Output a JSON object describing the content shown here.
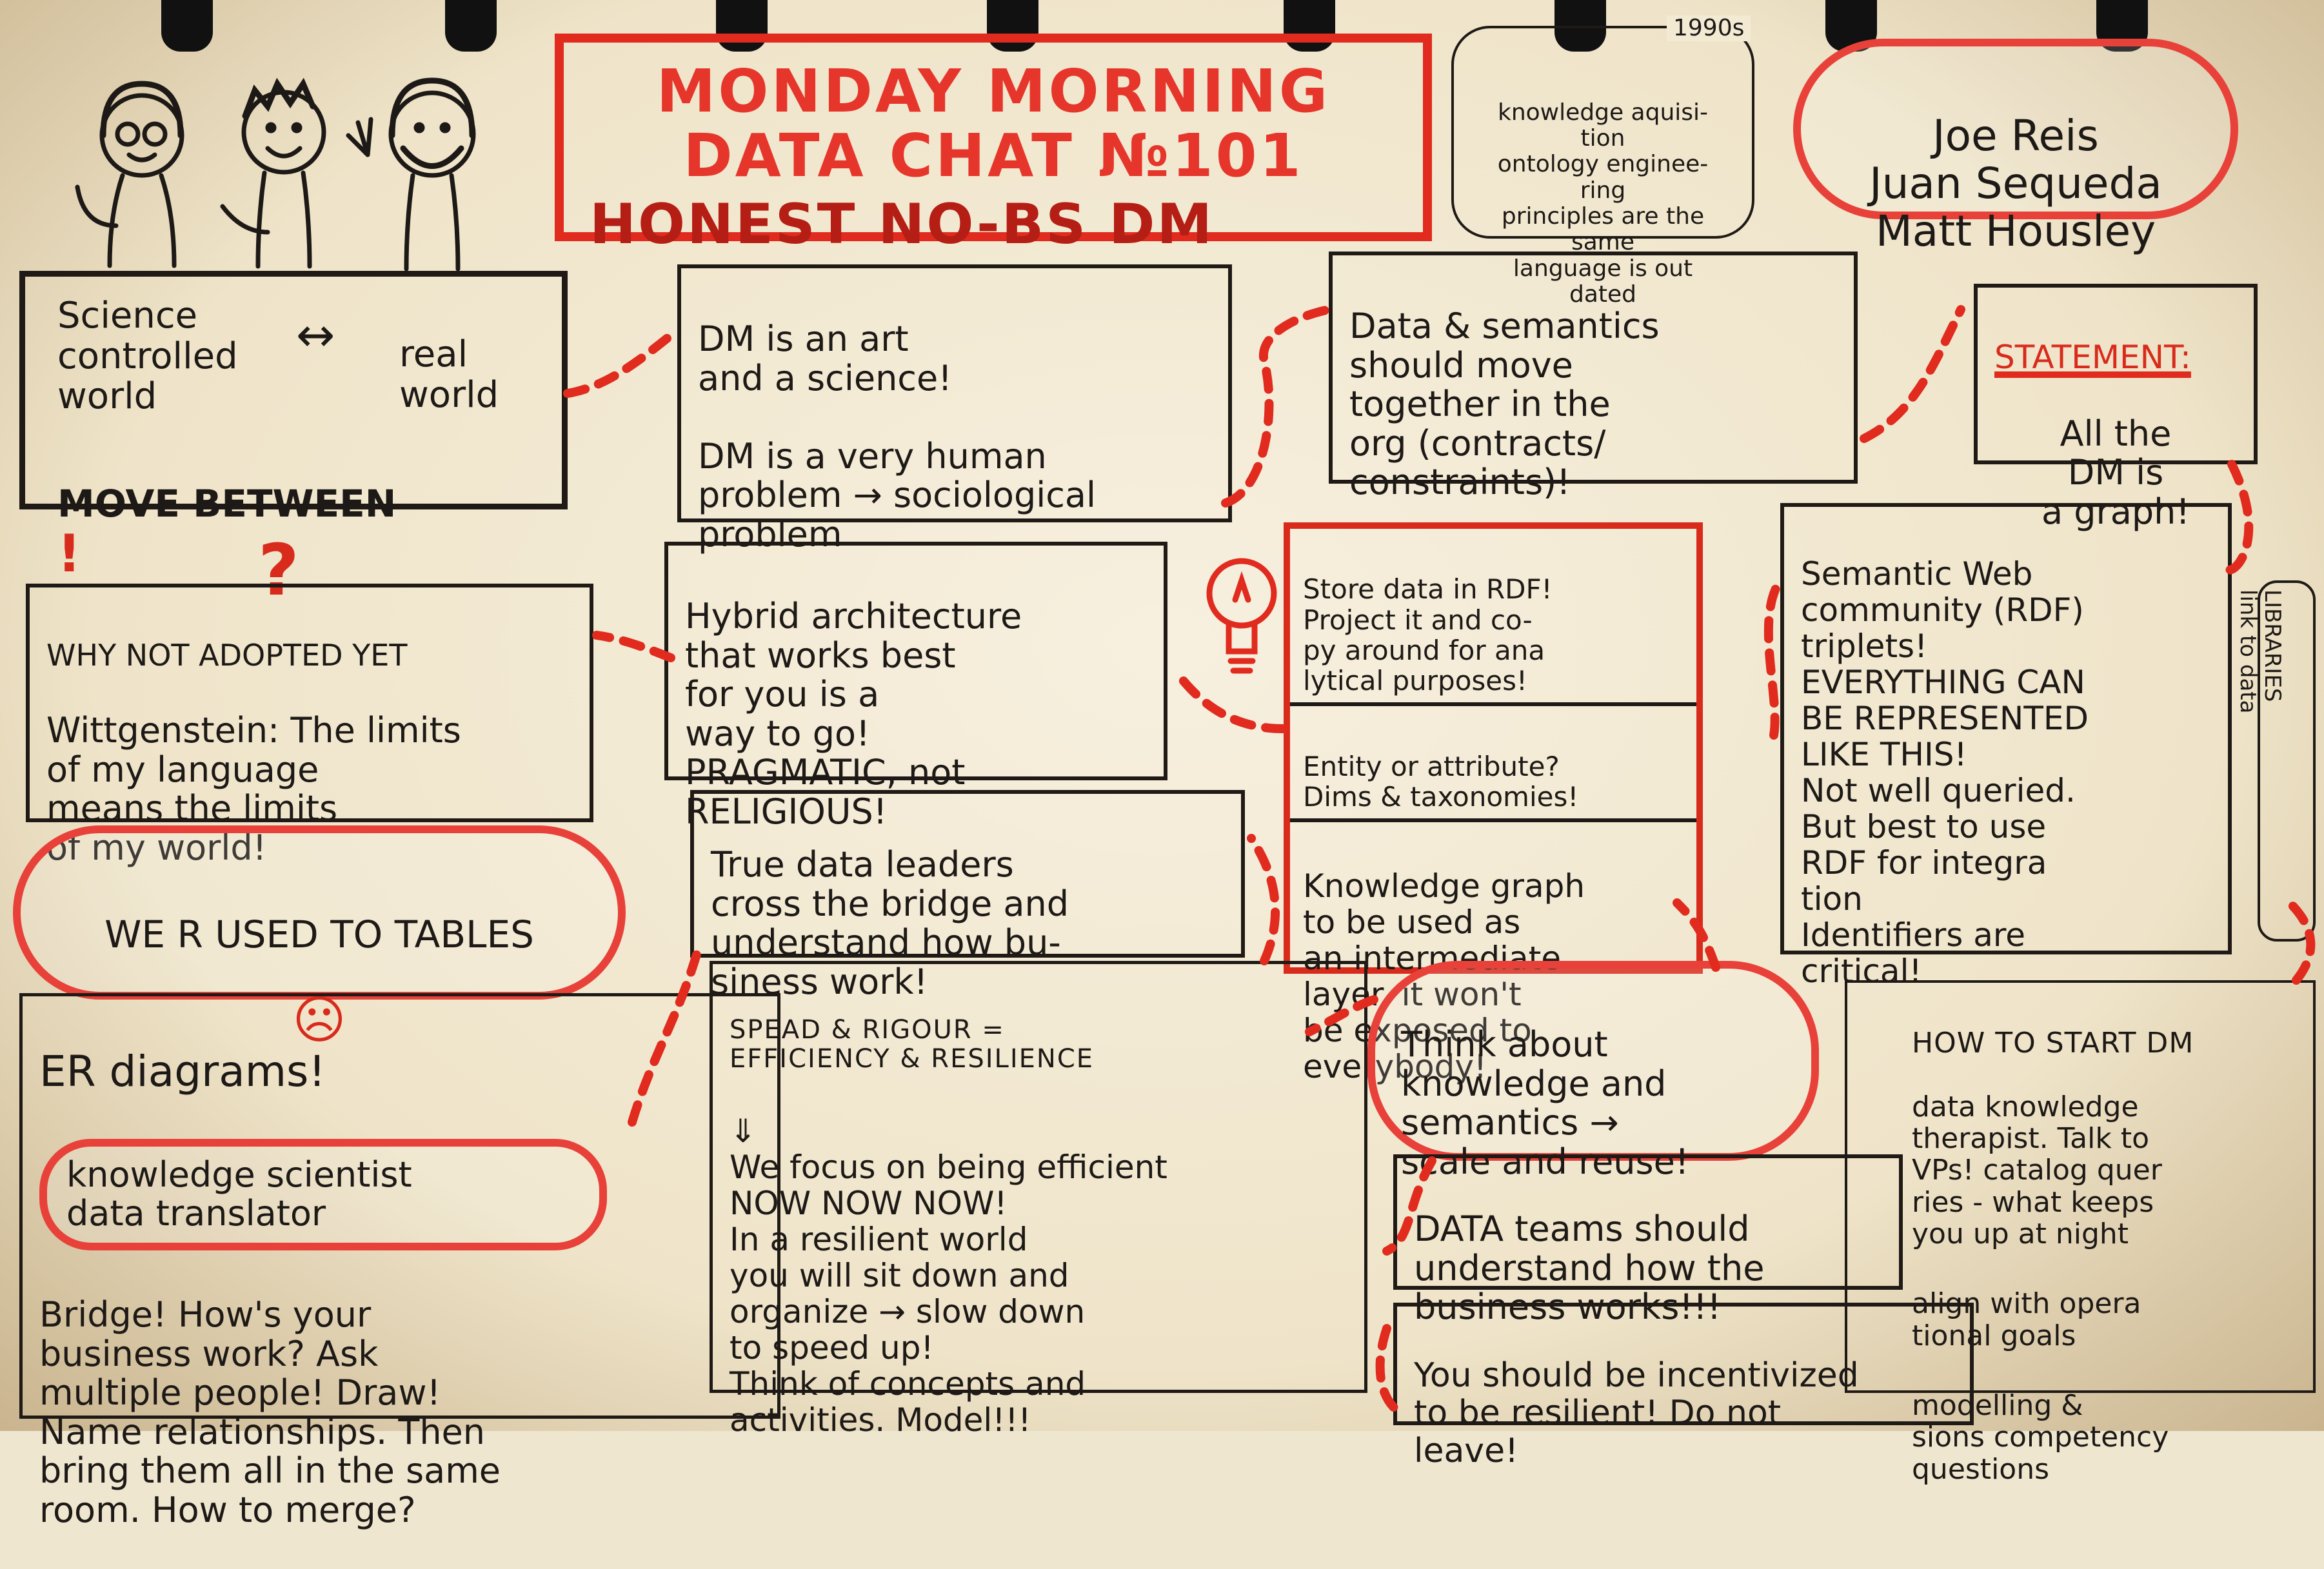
{
  "title": {
    "line1": "MONDAY MORNING",
    "line2": "DATA CHAT №101",
    "line3": "HONEST NO-BS DM"
  },
  "speakers": {
    "text": "Joe Reis\nJuan Sequeda\nMatt Housley"
  },
  "history_note": {
    "tag": "1990s",
    "text": "knowledge aquisi-\ntion\nontology enginee-\nring\nprinciples are the\nsame\nlanguage is out\ndated"
  },
  "science_box": {
    "left": "Science\ncontrolled\nworld",
    "arrow": "↔",
    "right": "real\nworld",
    "bottom": "MOVE BETWEEN",
    "exclaim": "!"
  },
  "art_science_box": {
    "text": "DM is an art\nand a science!\n\nDM is a very human\nproblem → sociological\nproblem",
    "underlined": "sociological"
  },
  "semantics_box": {
    "text": "Data & semantics\nshould move\ntogether in the\norg (contracts/\nconstraints)!"
  },
  "statement_box": {
    "heading": "STATEMENT:",
    "text": "All the\nDM is\na graph!"
  },
  "why_not_box": {
    "question_mark": "?",
    "heading": "WHY NOT ADOPTED YET",
    "text": "Wittgenstein: The limits\nof my language\nmeans the limits\nof my world!"
  },
  "hybrid_box": {
    "text": "Hybrid architecture\nthat works best\nfor you is a\nway to go!\nPRAGMATIC, not\nRELIGIOUS!"
  },
  "rdf_box": {
    "part1": "Store data in RDF!\nProject it and co-\npy around for ana\nlytical purposes!",
    "part2": "Entity or attribute?\nDims & taxonomies!",
    "part3": "Knowledge graph\nto be used as\nan intermediate\nlayer. it won't\nbe exposed to\neverybody!"
  },
  "semantic_web_box": {
    "text": "Semantic Web\ncommunity (RDF)\ntriplets!\nEVERYTHING CAN\nBE REPRESENTED\nLIKE THIS!\nNot well queried.\nBut best to use\nRDF for integra\ntion\nIdentifiers are\ncritical!"
  },
  "side_note": {
    "text": "LIBRARIES\nlink to data"
  },
  "tables_cloud": {
    "text": "WE R USED TO TABLES",
    "face": "☹"
  },
  "leaders_box": {
    "text": "True data leaders\ncross the bridge and\nunderstand how bu-\nsiness work!"
  },
  "speed_box": {
    "heading": "SPEAD & RIGOUR =\nEFFICIENCY & RESILIENCE",
    "text": "⇓\nWe focus on being efficient\nNOW NOW NOW!\nIn a resilient world\nyou will sit down and\norganize → slow down\nto speed up!\nThink of concepts and\nactivities. Model!!!"
  },
  "think_cloud": {
    "text": "Think about\nknowledge and\nsemantics →\nscale and reuse!"
  },
  "er_box": {
    "heading": "ER diagrams!",
    "cloud": "knowledge scientist\ndata translator",
    "text": "Bridge! How's your\nbusiness work? Ask\nmultiple people! Draw!\nName relationships. Then\nbring them all in the same\nroom. How to merge?"
  },
  "data_teams_box": {
    "text": "DATA teams should\nunderstand how the\nbusiness works!!!"
  },
  "incentive_box": {
    "text": "You should be incentivized\nto be resilient! Do not\nleave!"
  },
  "how_to_start_box": {
    "heading": "HOW TO START DM",
    "item1": "data knowledge\ntherapist. Talk to\nVPs! catalog quer\nries - what keeps\nyou up at night",
    "item2": "align with opera\ntional goals",
    "item3": "modelling &\nsions competency questions"
  },
  "colors": {
    "ink": "#1d1916",
    "red": "#e02b1e",
    "paper": "#f3ead4"
  }
}
